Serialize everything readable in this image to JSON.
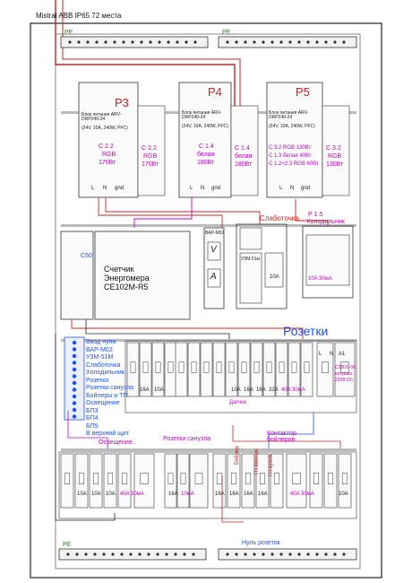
{
  "title": "Mistral ABB IP65 72 места",
  "bus_labels": {
    "pe_top_left": "PE",
    "pe_top_right": "PE",
    "pe_bottom": "PE",
    "neutral_bottom": "Нуль розеток"
  },
  "psus": [
    {
      "name": "P3",
      "desc": "Блок питания ARV-DRP240-24",
      "spec": "(24V, 10A, 240W, PFC)",
      "load": [
        "C 2.2",
        "RGB",
        "170Вт"
      ],
      "side": [
        "C 2.2",
        "RGB",
        "170Вт"
      ]
    },
    {
      "name": "P4",
      "desc": "Блок питания ARV-DRP240-24",
      "spec": "(24V, 10A, 240W, PFC)",
      "load": [
        "C 1.4",
        "белая",
        "180Вт"
      ],
      "side": [
        "C 1.4",
        "белая",
        "180Вт"
      ]
    },
    {
      "name": "P5",
      "desc": "Блок питания ARV-DRP240-24",
      "spec": "(24V, 10A, 240W, PFC)",
      "load": [
        "C 3.2 RGB 130Вт",
        "C 1.3 белая 40Вт",
        "C 1.2+2.3 RGB 60Вт"
      ],
      "side": [
        "C 3.2",
        "RGB",
        "130Вт"
      ]
    }
  ],
  "terminals": {
    "L": "L",
    "N": "N",
    "gnd": "gnd"
  },
  "meter": {
    "main_breaker": "C50",
    "label": [
      "Счетчик",
      "Энергомера",
      "CE102M-R5"
    ]
  },
  "relay": {
    "name": "ВАР-М02",
    "v": "V",
    "a": "A"
  },
  "low_current": {
    "title": "Слаботочка",
    "uzm": "УЗМ-51м",
    "breaker": "10A"
  },
  "fridge": {
    "title": [
      "Р 1.5",
      "Холодильник"
    ],
    "rcd": "10A 30мА"
  },
  "legend": [
    "Ввод нуля",
    "ВАР-М02",
    "УЗМ-51М",
    "Слаботочка",
    "Холодильник",
    "Розетки",
    "Розетки санузла",
    "Бойлеры и ТП",
    "Освещение",
    "БП3",
    "БП4",
    "БП5",
    "В верхний щит"
  ],
  "sockets": {
    "title": "Розетки",
    "ratings": [
      "10A",
      "16A",
      "16A",
      "10A",
      "16A",
      "32A",
      "40A 30мА"
    ],
    "extra": [
      "Датчик",
      "L",
      "N",
      "A1",
      "CSB26-08",
      "катушка",
      "220В DC"
    ]
  },
  "bottom": {
    "lighting": "Освещение",
    "sanuzel": "Розетки санузла",
    "contactor": "Контактор бойлеров",
    "row": [
      "10A",
      "10A",
      "10A",
      "40A 30мА",
      "16A",
      "10мА",
      "16A",
      "16A",
      "16A",
      "16A",
      "40A 30мА",
      "10A"
    ],
    "wires": [
      "Бойлер",
      "ТП ванная",
      "ТП кухня"
    ]
  },
  "colors": {
    "red": "#d02020",
    "purple": "#c000c0",
    "blue": "#1a4fff",
    "bus_fill": "#f2f2f2"
  }
}
